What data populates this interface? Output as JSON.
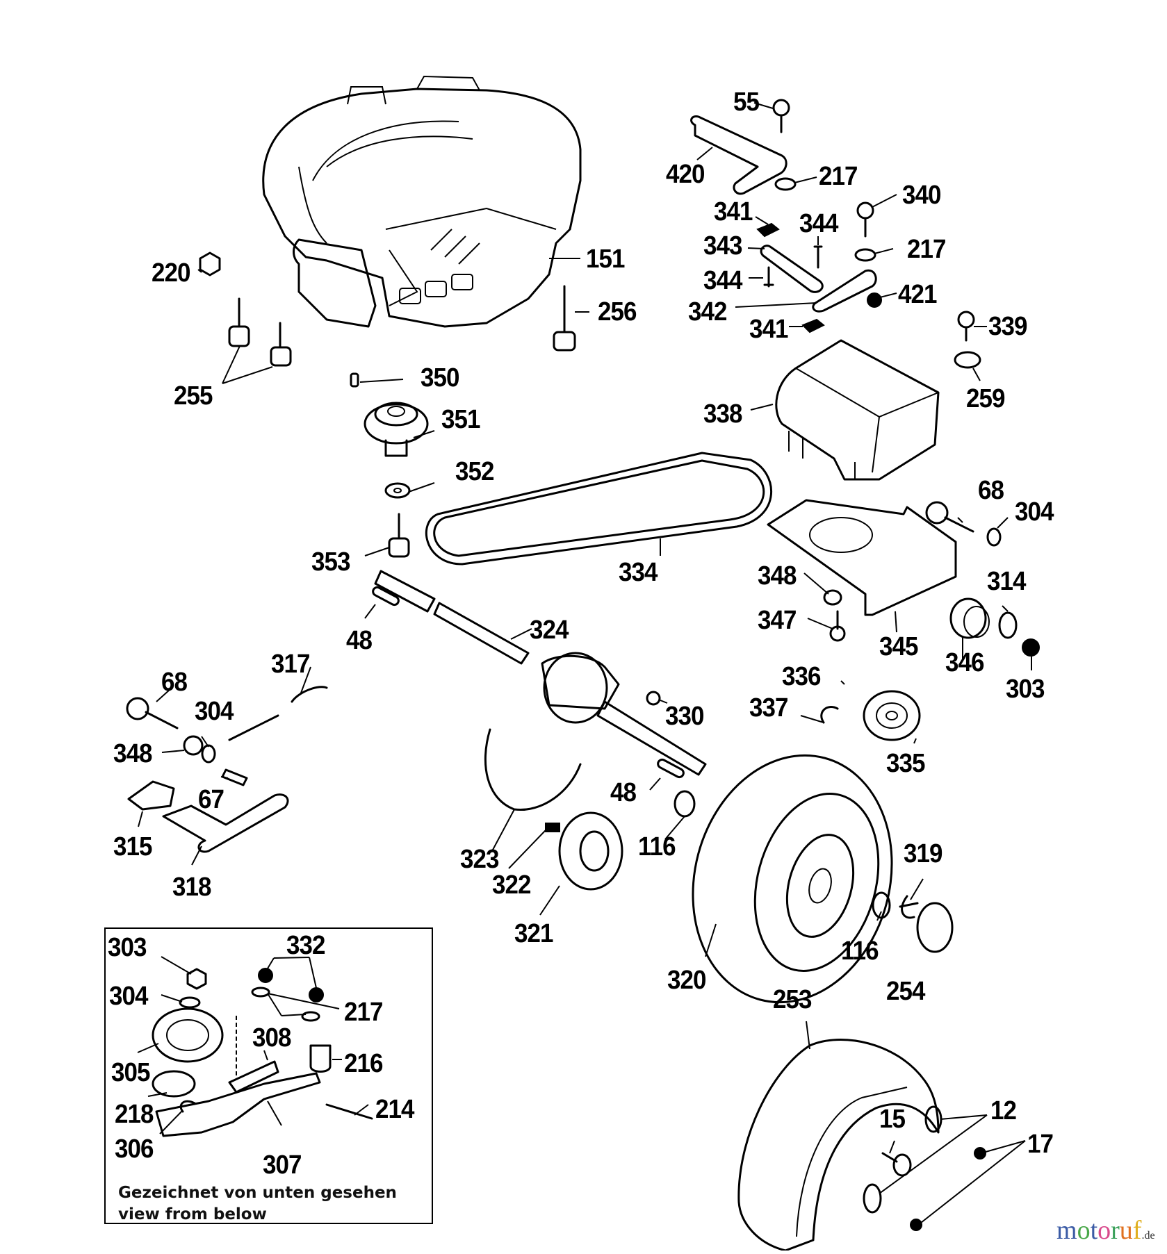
{
  "diagram": {
    "type": "exploded parts diagram",
    "part_labels": [
      {
        "id": "55"
      },
      {
        "id": "420"
      },
      {
        "id": "217"
      },
      {
        "id": "340"
      },
      {
        "id": "341"
      },
      {
        "id": "344"
      },
      {
        "id": "343"
      },
      {
        "id": "217"
      },
      {
        "id": "344"
      },
      {
        "id": "421"
      },
      {
        "id": "342"
      },
      {
        "id": "341"
      },
      {
        "id": "339"
      },
      {
        "id": "259"
      },
      {
        "id": "338"
      },
      {
        "id": "220"
      },
      {
        "id": "151"
      },
      {
        "id": "256"
      },
      {
        "id": "255"
      },
      {
        "id": "350"
      },
      {
        "id": "351"
      },
      {
        "id": "352"
      },
      {
        "id": "353"
      },
      {
        "id": "334"
      },
      {
        "id": "68"
      },
      {
        "id": "304"
      },
      {
        "id": "348"
      },
      {
        "id": "314"
      },
      {
        "id": "347"
      },
      {
        "id": "345"
      },
      {
        "id": "346"
      },
      {
        "id": "303"
      },
      {
        "id": "48"
      },
      {
        "id": "324"
      },
      {
        "id": "317"
      },
      {
        "id": "68"
      },
      {
        "id": "304"
      },
      {
        "id": "348"
      },
      {
        "id": "330"
      },
      {
        "id": "336"
      },
      {
        "id": "337"
      },
      {
        "id": "335"
      },
      {
        "id": "67"
      },
      {
        "id": "48"
      },
      {
        "id": "315"
      },
      {
        "id": "318"
      },
      {
        "id": "323"
      },
      {
        "id": "116"
      },
      {
        "id": "322"
      },
      {
        "id": "321"
      },
      {
        "id": "319"
      },
      {
        "id": "116"
      },
      {
        "id": "320"
      },
      {
        "id": "254"
      },
      {
        "id": "253"
      },
      {
        "id": "12"
      },
      {
        "id": "15"
      },
      {
        "id": "17"
      }
    ],
    "inset": {
      "labels": [
        {
          "id": "303"
        },
        {
          "id": "332"
        },
        {
          "id": "304"
        },
        {
          "id": "217"
        },
        {
          "id": "308"
        },
        {
          "id": "305"
        },
        {
          "id": "216"
        },
        {
          "id": "214"
        },
        {
          "id": "218"
        },
        {
          "id": "306"
        },
        {
          "id": "307"
        }
      ],
      "caption_de": "Gezeichnet von unten gesehen",
      "caption_en": "view from below"
    }
  },
  "watermark": {
    "text": "motoruf",
    "suffix": ".de",
    "letters": [
      {
        "ch": "m",
        "color": "#3b5ba5"
      },
      {
        "ch": "o",
        "color": "#4aa84a"
      },
      {
        "ch": "t",
        "color": "#3b5ba5"
      },
      {
        "ch": "o",
        "color": "#d94a8c"
      },
      {
        "ch": "r",
        "color": "#3aa05a"
      },
      {
        "ch": "u",
        "color": "#e0701f"
      },
      {
        "ch": "f",
        "color": "#e0b020"
      }
    ]
  }
}
